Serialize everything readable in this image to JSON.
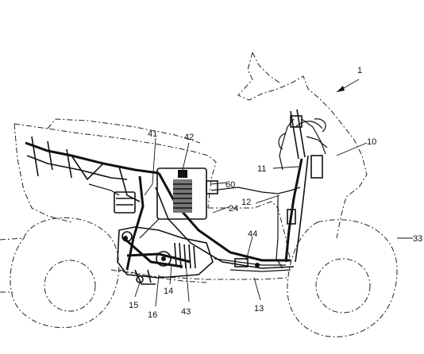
{
  "labels": {
    "l1": "1",
    "l10": "10",
    "l11": "11",
    "l12": "12",
    "l13": "13",
    "l14": "14",
    "l15": "15",
    "l16": "16",
    "l24": "24",
    "l33": "33",
    "l41": "41",
    "l42": "42",
    "l43": "43",
    "l44": "44",
    "l60": "60"
  }
}
